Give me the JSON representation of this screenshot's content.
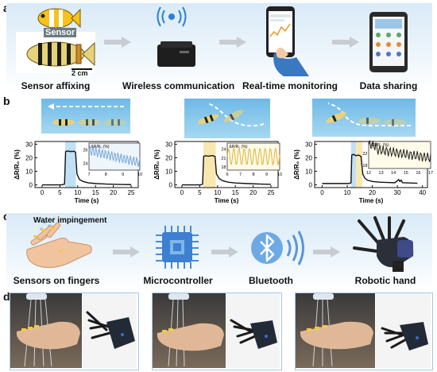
{
  "panels": {
    "a": "a",
    "b": "b",
    "c": "c",
    "d": "d"
  },
  "a": {
    "steps": [
      "Sensor affixing",
      "Wireless communication",
      "Real-time monitoring",
      "Data sharing"
    ],
    "sensor_label": "Sensor",
    "scale_label": "2 cm"
  },
  "b": {
    "ylabel": "ΔR/R₀ (%)",
    "xlabel": "Time (s)",
    "inset_ylabel": "ΔR/R₀ (%)",
    "chart_data": [
      {
        "type": "line",
        "xlabel": "Time (s)",
        "ylabel": "ΔR/R₀ (%)",
        "xlim": [
          -2,
          27
        ],
        "ylim": [
          -2,
          32
        ],
        "xticks": [
          0,
          5,
          10,
          15,
          20,
          25
        ],
        "yticks": [
          0,
          10,
          20,
          30
        ],
        "highlight": {
          "from": 6.5,
          "to": 9.5,
          "color": "#bfe0f5"
        },
        "series": [
          {
            "x": [
              0,
              5.5,
              6.3,
              6.6,
              7,
              8,
              9,
              9.4,
              9.8,
              10.5,
              11.5,
              13,
              15,
              18,
              22,
              25
            ],
            "y": [
              0,
              0,
              0.5,
              24.5,
              25,
              24.6,
              24.8,
              24,
              8,
              4,
              2.5,
              1.5,
              1,
              0.6,
              0.3,
              0.2
            ]
          }
        ],
        "inset": {
          "xlim": [
            7,
            10
          ],
          "ylim": [
            23,
            27
          ],
          "xticks": [
            7,
            8,
            9,
            10
          ],
          "yticks": [
            24,
            26
          ],
          "color": "#7aa5d8"
        }
      },
      {
        "type": "line",
        "xlabel": "Time (s)",
        "ylabel": "ΔR/R₀ (%)",
        "xlim": [
          -2,
          27
        ],
        "ylim": [
          -2,
          32
        ],
        "xticks": [
          0,
          5,
          10,
          15,
          20,
          25
        ],
        "yticks": [
          0,
          10,
          20,
          30
        ],
        "highlight": {
          "from": 6,
          "to": 9.5,
          "color": "#f8e8b0"
        },
        "series": [
          {
            "x": [
              0,
              5.2,
              5.8,
              6.1,
              6.6,
              7.5,
              8.5,
              9.3,
              9.7,
              10.5,
              11.5,
              13,
              15,
              18,
              22,
              25
            ],
            "y": [
              0,
              0,
              0.5,
              21,
              21.5,
              21.2,
              21.6,
              21,
              8,
              4.5,
              3,
              2,
              1.4,
              1,
              0.6,
              0.4
            ]
          }
        ],
        "inset": {
          "xlim": [
            6,
            10
          ],
          "ylim": [
            17,
            26
          ],
          "xticks": [
            6,
            7,
            8,
            9,
            10
          ],
          "yticks": [
            18,
            21,
            24
          ],
          "color": "#e0b43a"
        }
      },
      {
        "type": "line",
        "xlabel": "Time (s)",
        "ylabel": "ΔR/R₀ (%)",
        "xlim": [
          -3,
          42
        ],
        "ylim": [
          -2,
          32
        ],
        "xticks": [
          0,
          10,
          20,
          30,
          40
        ],
        "yticks": [
          0,
          10,
          20,
          30
        ],
        "highlight": [
          {
            "from": 11.5,
            "to": 13.5,
            "color": "#bfe0f5"
          },
          {
            "from": 13.5,
            "to": 16,
            "color": "#f8e8b0"
          }
        ],
        "series": [
          {
            "x": [
              0,
              10.5,
              11.5,
              11.8,
              12.5,
              13.5,
              14.5,
              15.5,
              16.2,
              17,
              18,
              20,
              23,
              26,
              29,
              30,
              30.5,
              31,
              31.5,
              32,
              35,
              38
            ],
            "y": [
              1,
              1,
              1.5,
              22,
              22.5,
              21.5,
              22,
              21,
              8,
              5,
              3.5,
              2.5,
              2,
              1.8,
              1.6,
              3,
              4,
              2.5,
              3.5,
              1.6,
              1.4,
              1.2
            ]
          }
        ],
        "inset": {
          "xlim": [
            12,
            17
          ],
          "ylim": [
            17,
            26
          ],
          "xticks": [
            12,
            13,
            14,
            15,
            16,
            17
          ],
          "yticks": [
            18,
            22
          ],
          "color": "#222"
        }
      }
    ]
  },
  "c": {
    "steps": [
      "Sensors on fingers",
      "Microcontroller",
      "Bluetooth",
      "Robotic hand"
    ],
    "water_label": "Water impingement"
  },
  "colors": {
    "band": "#d9eaf7",
    "frame": "#7fb0dd",
    "arrow": "#c8ccd2"
  }
}
